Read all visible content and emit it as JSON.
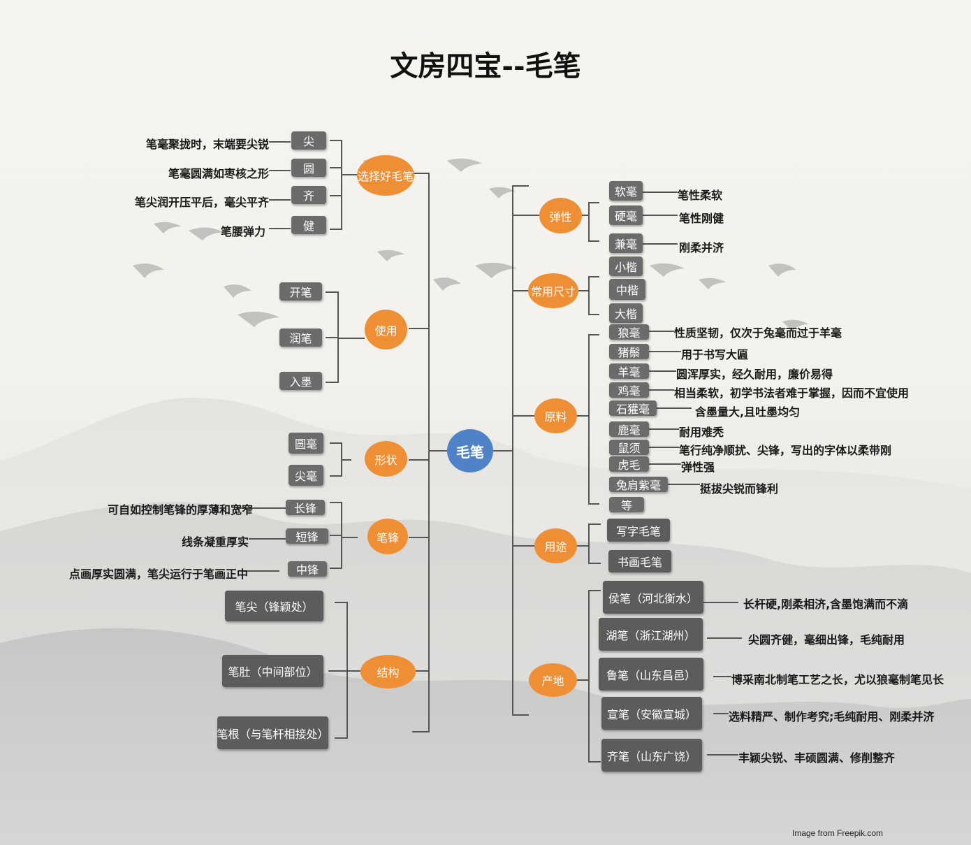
{
  "title": "文房四宝--毛笔",
  "root": "毛笔",
  "credit": "Image from Freepik.com",
  "colors": {
    "branch": "#ef8f35",
    "root": "#4f82c6",
    "leaf": "#6b6b6b"
  },
  "left": {
    "choose": {
      "label": "选择好毛笔",
      "items": [
        {
          "label": "尖",
          "desc": "笔毫聚拢时，末端要尖锐"
        },
        {
          "label": "圆",
          "desc": "笔毫圆满如枣核之形"
        },
        {
          "label": "齐",
          "desc": "笔尖润开压平后，毫尖平齐"
        },
        {
          "label": "健",
          "desc": "笔腰弹力"
        }
      ]
    },
    "use": {
      "label": "使用",
      "items": [
        "开笔",
        "润笔",
        "入墨"
      ]
    },
    "shape": {
      "label": "形状",
      "items": [
        "圆毫",
        "尖毫"
      ]
    },
    "tip": {
      "label": "笔锋",
      "items": [
        {
          "label": "长锋",
          "desc": "可自如控制笔锋的厚薄和宽窄"
        },
        {
          "label": "短锋",
          "desc": "线条凝重厚实"
        },
        {
          "label": "中锋",
          "desc": "点画厚实圆满，笔尖运行于笔画正中"
        }
      ]
    },
    "structure": {
      "label": "结构",
      "items": [
        "笔尖（锋颖处）",
        "笔肚（中间部位）",
        "笔根（与笔杆相接处）"
      ]
    }
  },
  "right": {
    "elastic": {
      "label": "弹性",
      "items": [
        {
          "label": "软毫",
          "desc": "笔性柔软"
        },
        {
          "label": "硬毫",
          "desc": "笔性刚健"
        },
        {
          "label": "兼毫",
          "desc": "刚柔并济"
        }
      ]
    },
    "size": {
      "label": "常用尺寸",
      "items": [
        "小楷",
        "中楷",
        "大楷"
      ]
    },
    "material": {
      "label": "原料",
      "items": [
        {
          "label": "狼毫",
          "desc": "性质坚韧，仅次于兔毫而过于羊毫"
        },
        {
          "label": "猪鬃",
          "desc": "用于书写大匾"
        },
        {
          "label": "羊毫",
          "desc": "圆浑厚实，经久耐用，廉价易得"
        },
        {
          "label": "鸡毫",
          "desc": "相当柔软，初学书法者难于掌握，因而不宜使用"
        },
        {
          "label": "石獾毫",
          "desc": "含墨量大,且吐墨均匀"
        },
        {
          "label": "鹿毫",
          "desc": "耐用难秃"
        },
        {
          "label": "鼠须",
          "desc": "笔行纯净顺扰、尖锋，写出的字体以柔带刚"
        },
        {
          "label": "虎毛",
          "desc": "弹性强"
        },
        {
          "label": "兔肩紫毫",
          "desc": "挺拔尖锐而锋利"
        },
        {
          "label": "等",
          "desc": ""
        }
      ]
    },
    "purpose": {
      "label": "用途",
      "items": [
        "写字毛笔",
        "书画毛笔"
      ]
    },
    "origin": {
      "label": "产地",
      "items": [
        {
          "label": "侯笔（河北衡水）",
          "desc": "长杆硬,刚柔相济,含墨饱满而不滴"
        },
        {
          "label": "湖笔（浙江湖州）",
          "desc": "尖圆齐健，毫细出锋，毛纯耐用"
        },
        {
          "label": "鲁笔（山东昌邑）",
          "desc": "博采南北制笔工艺之长，尤以狼毫制笔见长"
        },
        {
          "label": "宣笔（安徽宣城）",
          "desc": "选料精严、制作考究;毛纯耐用、刚柔并济"
        },
        {
          "label": "齐笔（山东广饶）",
          "desc": "丰颖尖锐、丰硕圆满、修削整齐"
        }
      ]
    }
  }
}
